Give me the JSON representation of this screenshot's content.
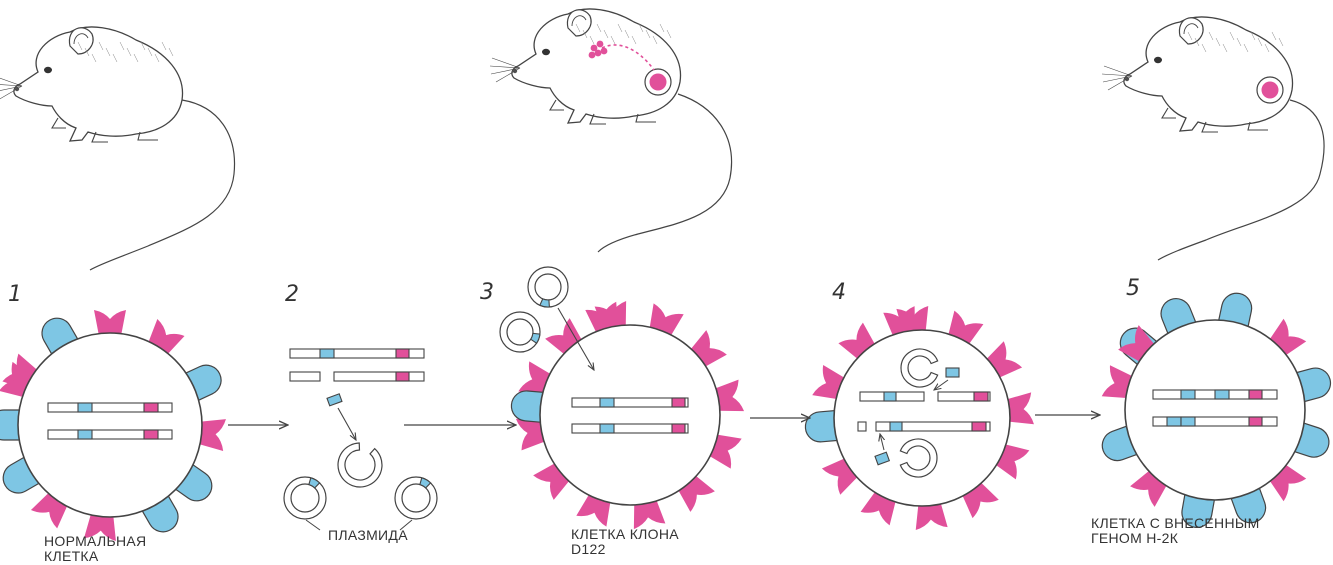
{
  "colors": {
    "pink": "#e1509a",
    "blue": "#7ec6e4",
    "outline": "#444444",
    "background": "#ffffff"
  },
  "steps": [
    {
      "number": "1",
      "label_lines": [
        "НОРМАЛЬНАЯ",
        "КЛЕТКА"
      ]
    },
    {
      "number": "2",
      "label_lines": [
        "ПЛАЗМИДА"
      ]
    },
    {
      "number": "3",
      "label_lines": [
        "КЛЕТКА КЛОНА",
        "D122"
      ]
    },
    {
      "number": "4",
      "label_lines": []
    },
    {
      "number": "5",
      "label_lines": [
        "КЛЕТКА С ВНЕСЕННЫМ",
        "ГЕНОМ Н-2К"
      ]
    }
  ],
  "mice": [
    {
      "name": "healthy-mouse",
      "tumor": false,
      "metastasis": false
    },
    {
      "name": "metastatic-mouse",
      "tumor": true,
      "metastasis": true
    },
    {
      "name": "non-metastatic-mouse",
      "tumor": true,
      "metastasis": false
    }
  ]
}
